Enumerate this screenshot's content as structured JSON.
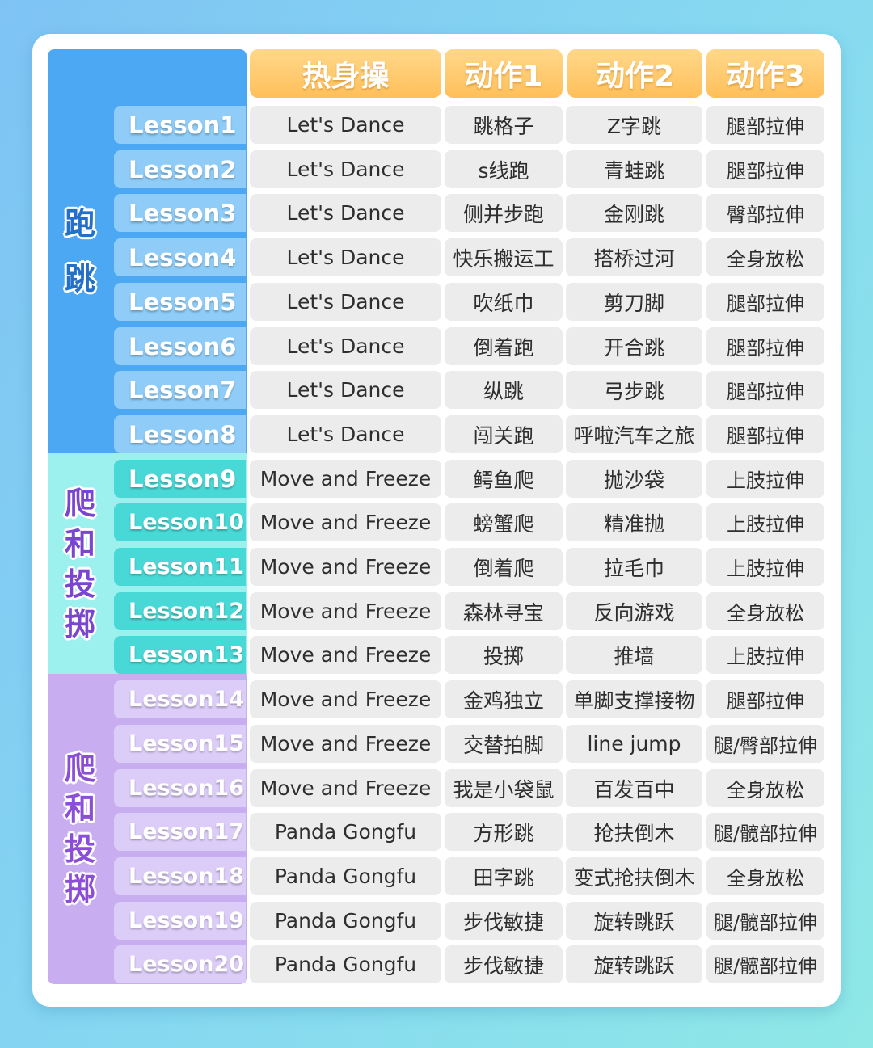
{
  "headers": [
    "热身操",
    "动作1",
    "动作2",
    "动作3"
  ],
  "groups": [
    {
      "label": [
        "跑",
        "跳"
      ]
    },
    {
      "label": [
        "爬",
        "和",
        "投",
        "掷"
      ]
    },
    {
      "label": [
        "爬",
        "和",
        "投",
        "掷"
      ]
    }
  ],
  "rows": [
    {
      "lesson": "Lesson1",
      "warmup": "Let's Dance",
      "a1": "跳格子",
      "a2": "Z字跳",
      "a3": "腿部拉伸"
    },
    {
      "lesson": "Lesson2",
      "warmup": "Let's Dance",
      "a1": "s线跑",
      "a2": "青蛙跳",
      "a3": "腿部拉伸"
    },
    {
      "lesson": "Lesson3",
      "warmup": "Let's Dance",
      "a1": "侧并步跑",
      "a2": "金刚跳",
      "a3": "臀部拉伸"
    },
    {
      "lesson": "Lesson4",
      "warmup": "Let's Dance",
      "a1": "快乐搬运工",
      "a2": "搭桥过河",
      "a3": "全身放松"
    },
    {
      "lesson": "Lesson5",
      "warmup": "Let's Dance",
      "a1": "吹纸巾",
      "a2": "剪刀脚",
      "a3": "腿部拉伸"
    },
    {
      "lesson": "Lesson6",
      "warmup": "Let's Dance",
      "a1": "倒着跑",
      "a2": "开合跳",
      "a3": "腿部拉伸"
    },
    {
      "lesson": "Lesson7",
      "warmup": "Let's Dance",
      "a1": "纵跳",
      "a2": "弓步跳",
      "a3": "腿部拉伸"
    },
    {
      "lesson": "Lesson8",
      "warmup": "Let's Dance",
      "a1": "闯关跑",
      "a2": "呼啦汽车之旅",
      "a3": "腿部拉伸"
    },
    {
      "lesson": "Lesson9",
      "warmup": "Move and Freeze",
      "a1": "鳄鱼爬",
      "a2": "抛沙袋",
      "a3": "上肢拉伸"
    },
    {
      "lesson": "Lesson10",
      "warmup": "Move and Freeze",
      "a1": "螃蟹爬",
      "a2": "精准抛",
      "a3": "上肢拉伸"
    },
    {
      "lesson": "Lesson11",
      "warmup": "Move and Freeze",
      "a1": "倒着爬",
      "a2": "拉毛巾",
      "a3": "上肢拉伸"
    },
    {
      "lesson": "Lesson12",
      "warmup": "Move and Freeze",
      "a1": "森林寻宝",
      "a2": "反向游戏",
      "a3": "全身放松"
    },
    {
      "lesson": "Lesson13",
      "warmup": "Move and Freeze",
      "a1": "投掷",
      "a2": "推墙",
      "a3": "上肢拉伸"
    },
    {
      "lesson": "Lesson14",
      "warmup": "Move and Freeze",
      "a1": "金鸡独立",
      "a2": "单脚支撑接物",
      "a3": "腿部拉伸"
    },
    {
      "lesson": "Lesson15",
      "warmup": "Move and Freeze",
      "a1": "交替拍脚",
      "a2": "line jump",
      "a3": "腿/臀部拉伸"
    },
    {
      "lesson": "Lesson16",
      "warmup": "Move and Freeze",
      "a1": "我是小袋鼠",
      "a2": "百发百中",
      "a3": "全身放松"
    },
    {
      "lesson": "Lesson17",
      "warmup": "Panda Gongfu",
      "a1": "方形跳",
      "a2": "抢扶倒木",
      "a3": "腿/髋部拉伸"
    },
    {
      "lesson": "Lesson18",
      "warmup": "Panda Gongfu",
      "a1": "田字跳",
      "a2": "变式抢扶倒木",
      "a3": "全身放松"
    },
    {
      "lesson": "Lesson19",
      "warmup": "Panda Gongfu",
      "a1": "步伐敏捷",
      "a2": "旋转跳跃",
      "a3": "腿/髋部拉伸"
    },
    {
      "lesson": "Lesson20",
      "warmup": "Panda Gongfu",
      "a1": "步伐敏捷",
      "a2": "旋转跳跃",
      "a3": "腿/髋部拉伸"
    }
  ]
}
